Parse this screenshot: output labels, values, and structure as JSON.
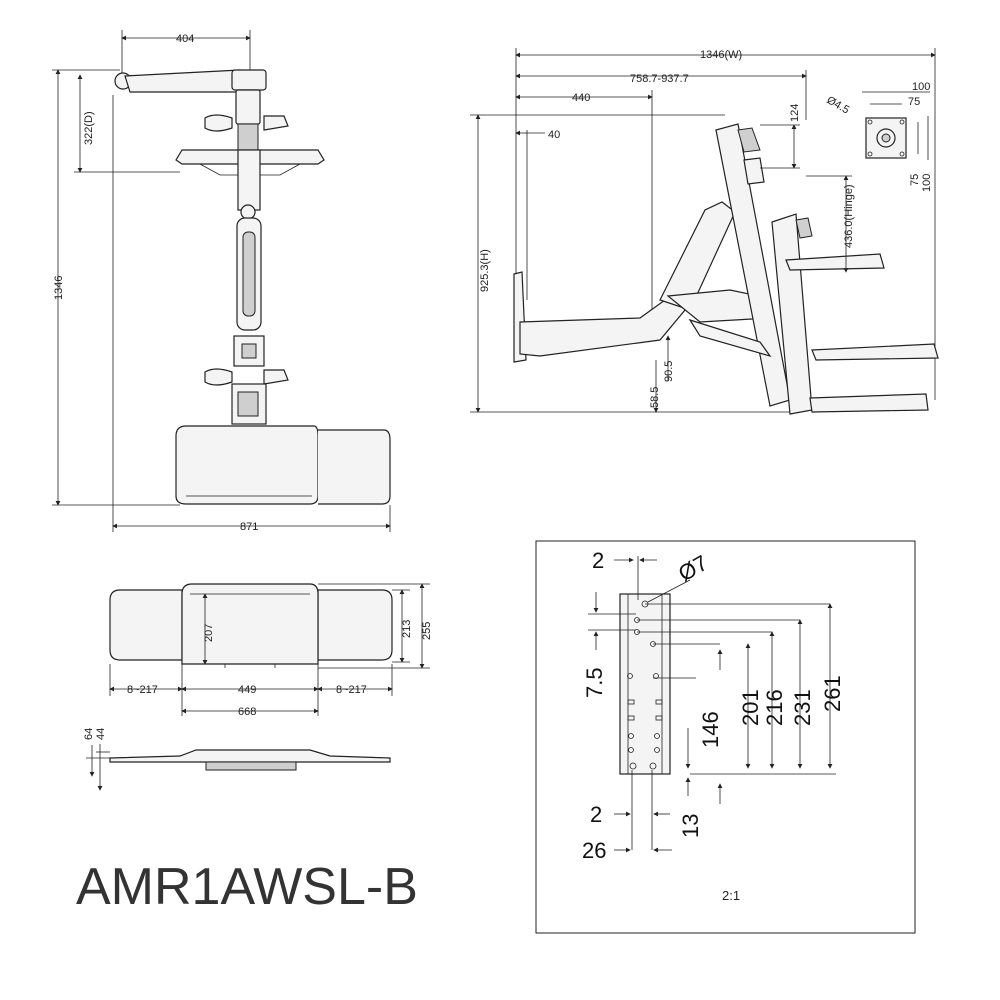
{
  "model": "AMR1AWSL-B",
  "scale": "2:1",
  "front_view": {
    "arm_depth_width": "404",
    "depth": "322(D)",
    "height": "1346",
    "width": "871"
  },
  "side_view": {
    "overall_width": "1346(W)",
    "reach_range": "758.7-937.7",
    "reach_440": "440",
    "offset_40": "40",
    "height": "925.3(H)",
    "hinge": "436.0(Hinge)",
    "d124": "124",
    "d90_5": "90.5",
    "d58_5": "58.5"
  },
  "vesa": {
    "hole": "Ø4.5",
    "outer_h": "100",
    "inner_h": "75",
    "inner_v": "75",
    "outer_v": "100"
  },
  "tray_view": {
    "depth_207": "207",
    "depth_213": "213",
    "depth_255": "255",
    "left_ext": "8~217",
    "center": "449",
    "right_ext": "8~217",
    "total": "668"
  },
  "tray_side": {
    "d64": "64",
    "d44": "44"
  },
  "plate_detail": {
    "top_offset": "2",
    "hole": "Ø7",
    "d7_5": "7.5",
    "d146": "146",
    "d201": "201",
    "d216": "216",
    "d231": "231",
    "d261": "261",
    "bottom_offset": "2",
    "d13": "13",
    "d26": "26"
  }
}
